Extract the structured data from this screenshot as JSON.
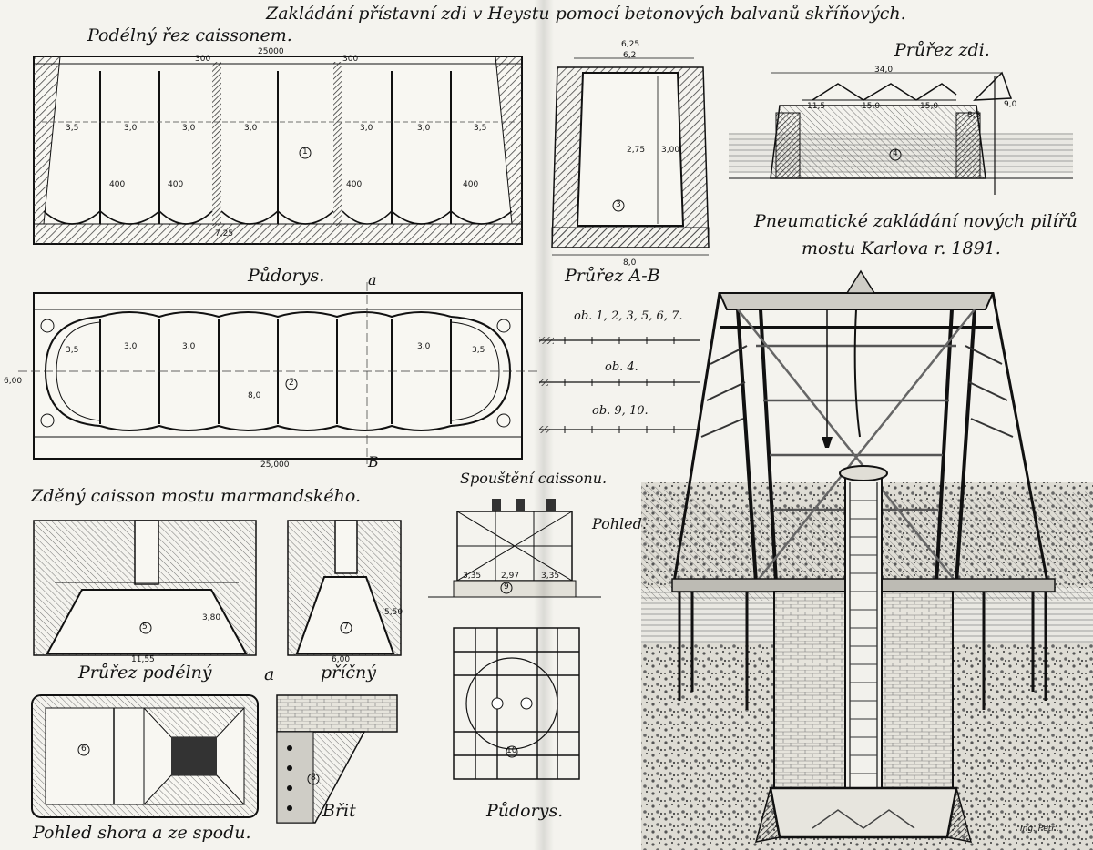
{
  "title": "Zakládání přístavní zdi v Heystu pomocí betonových balvanů skříňových.",
  "labels": {
    "longitudinal_section": "Podélný řez caissonem.",
    "plan": "Půdorys.",
    "section_ab": "Průřez A-B",
    "wall_section": "Průřez zdi.",
    "pneumatic": "Pneumatické zakládání nových pilířů",
    "pneumatic_2": "mostu Karlova r. 1891.",
    "brick_caisson": "Zděný caisson mostu marmandského.",
    "lowering": "Spouštění caissonu.",
    "view": "Pohled.",
    "section_pair_a": "Průřez podélný",
    "section_pair_and": "a",
    "section_pair_b": "příčný",
    "top_bottom": "Pohled shora a ze spodu.",
    "edge": "Břit",
    "plan_small": "Půdorys.",
    "sig": "Ing. Petr...",
    "point_a": "a",
    "point_b": "B"
  },
  "scales": {
    "s1": "ob. 1, 2, 3, 5, 6, 7.",
    "s2": "ob. 4.",
    "s3": "ob. 9, 10."
  },
  "dims": {
    "d_25000": "25000",
    "d_300a": "300",
    "d_300b": "300",
    "d_35a": "3,5",
    "d_30a": "3,0",
    "d_30b": "3,0",
    "d_30c": "3,0",
    "d_30d": "3,0",
    "d_30e": "3,0",
    "d_35b": "3,5",
    "d_400a": "400",
    "d_400b": "400",
    "d_400c": "400",
    "d_400d": "400",
    "d_725": "7,25",
    "d_625": "6,25",
    "d_62": "6,2",
    "d_80": "8,0",
    "d_275": "2,75",
    "d_300c": "3,00",
    "p_35a": "3,5",
    "p_30a": "3,0",
    "p_30b": "3,0",
    "p_30c": "3,0",
    "p_35b": "3,5",
    "p_800": "8,0",
    "p_600": "6,00",
    "p_25000": "25,000",
    "w_34": "34,0",
    "w_115": "11,5",
    "w_150a": "15,0",
    "w_150b": "15,0",
    "w_85": "8,5",
    "w_90": "9,0",
    "n_1": "1",
    "n_2": "2",
    "n_3": "3",
    "n_4": "4",
    "n_5": "5",
    "n_6": "6",
    "n_7": "7",
    "n_8": "8",
    "n_9": "9",
    "n_10": "10",
    "m_1155": "11,55",
    "m_600": "6,00",
    "m_380": "3,80",
    "m_550": "5,50",
    "m_335a": "3,35",
    "m_297": "2,97",
    "m_335b": "3,35"
  },
  "colors": {
    "ink": "#151515",
    "paper": "#f4f3ee",
    "hatch": "#6b6b6b"
  }
}
